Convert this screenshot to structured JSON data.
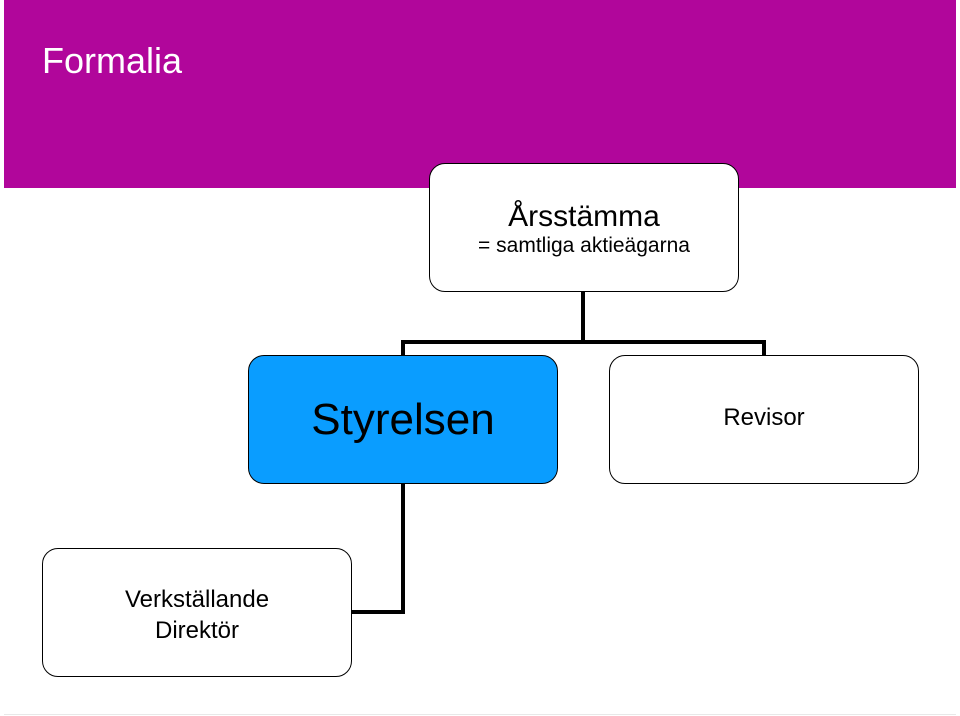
{
  "slide": {
    "title": "Formalia",
    "colors": {
      "header_band": "#b1069b",
      "title_text": "#ffffff",
      "highlight_node": "#0a9dff",
      "node_border": "#000000",
      "connector": "#000000"
    }
  },
  "diagram": {
    "nodes": {
      "arsstamma": {
        "title": "Årsstämma",
        "subtitle": "= samtliga aktieägarna"
      },
      "styrelsen": {
        "title": "Styrelsen"
      },
      "revisor": {
        "title": "Revisor"
      },
      "vd": {
        "title_line1": "Verkställande",
        "title_line2": "Direktör"
      }
    },
    "edges": [
      {
        "from": "arsstamma",
        "to": "styrelsen"
      },
      {
        "from": "arsstamma",
        "to": "revisor"
      },
      {
        "from": "styrelsen",
        "to": "vd"
      }
    ]
  }
}
